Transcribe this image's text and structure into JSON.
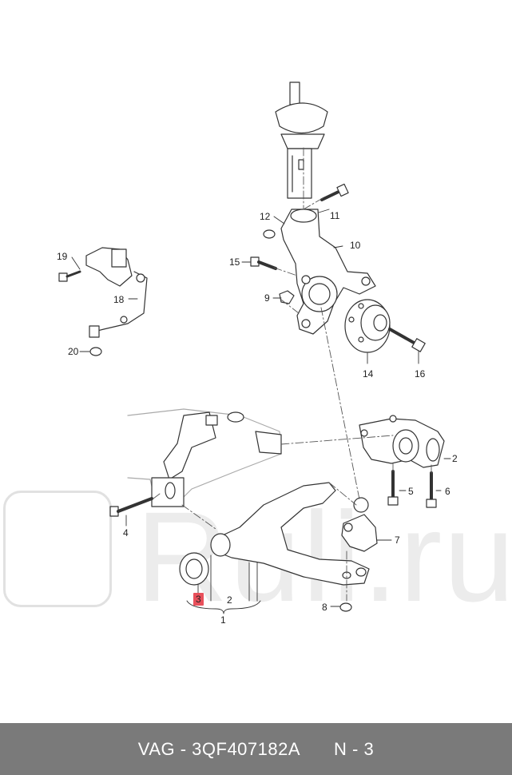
{
  "callouts": {
    "c1": "1",
    "c2a": "2",
    "c2b": "2",
    "c3": "3",
    "c4": "4",
    "c5": "5",
    "c6": "6",
    "c7": "7",
    "c8": "8",
    "c9": "9",
    "c10": "10",
    "c11": "11",
    "c12": "12",
    "c14": "14",
    "c15": "15",
    "c16": "16",
    "c18": "18",
    "c19": "19",
    "c20": "20"
  },
  "watermark": {
    "text": "Ruli.ru"
  },
  "footer": {
    "brand_part": "VAG - 3QF407182A",
    "page": "N - 3"
  },
  "colors": {
    "highlight": "#e8505b",
    "footer_bg": "#7a7a7a",
    "stroke": "#333333"
  }
}
